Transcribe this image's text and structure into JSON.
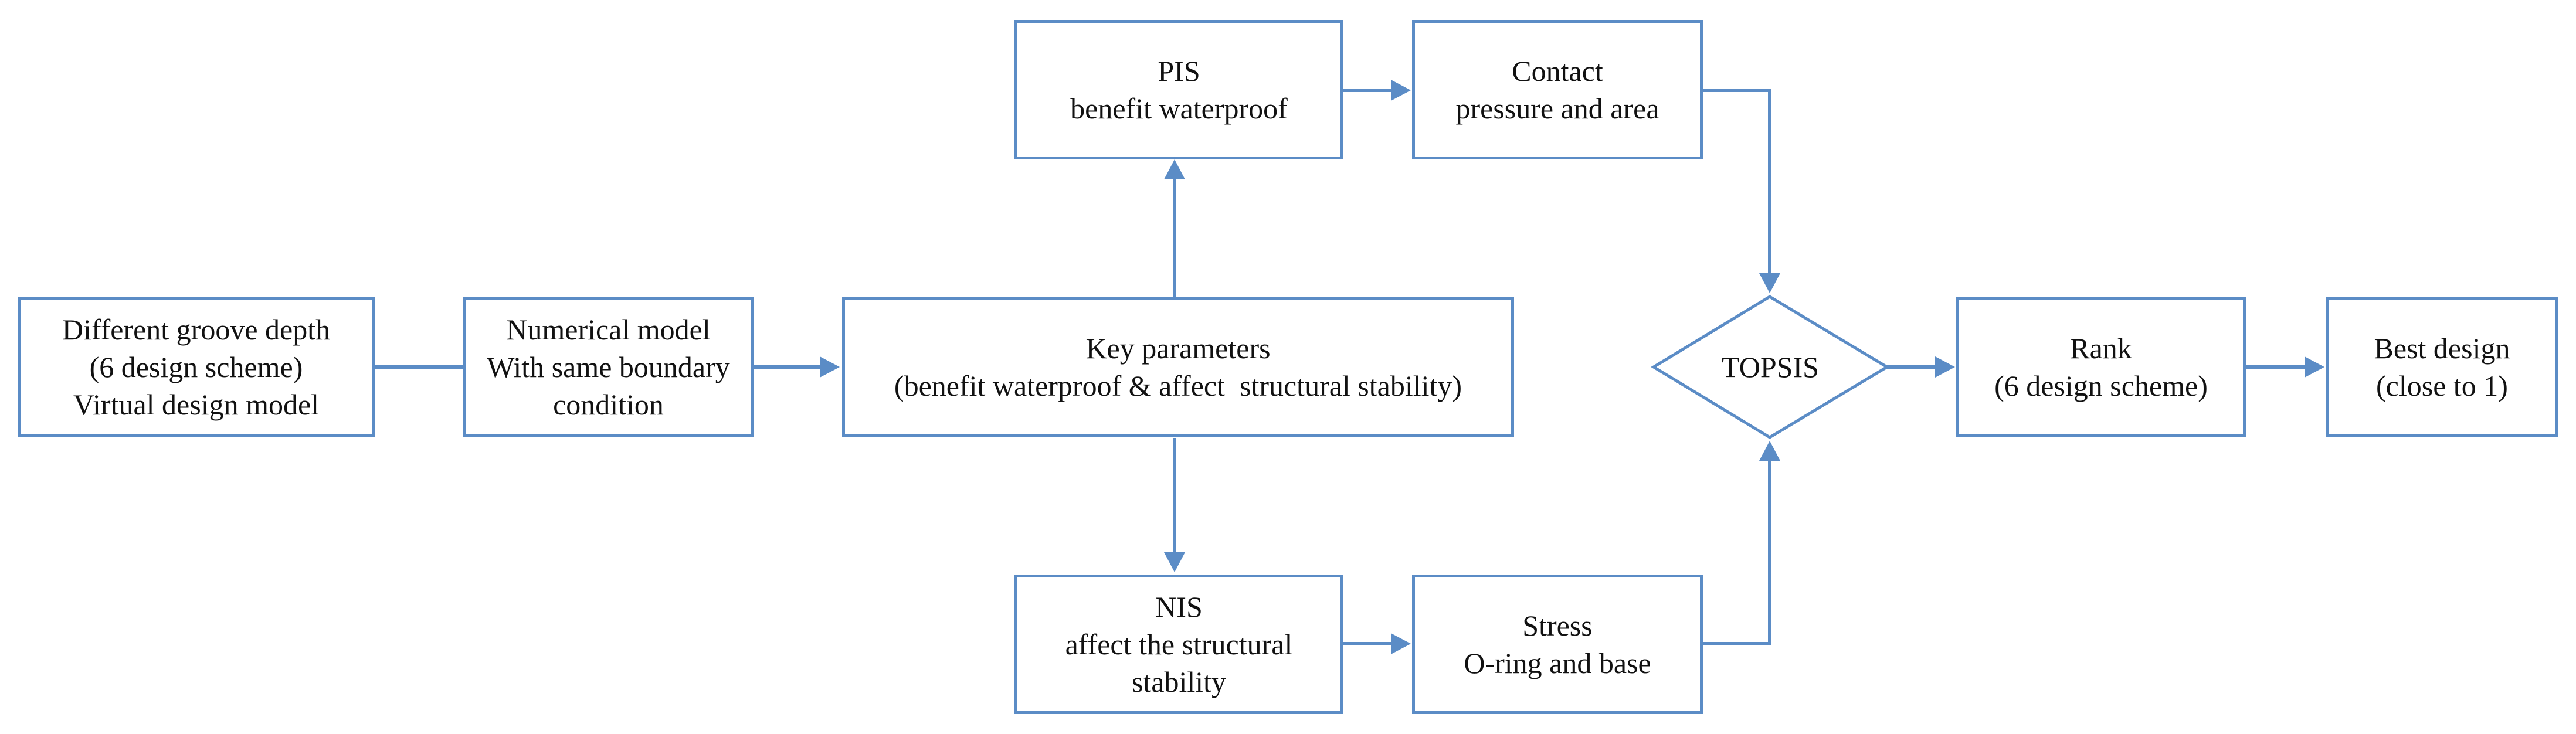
{
  "nodes": {
    "groove": {
      "lines": [
        "Different groove depth",
        "(6 design scheme)",
        "Virtual design model"
      ]
    },
    "numerical": {
      "lines": [
        "Numerical model",
        "With same boundary",
        "condition"
      ]
    },
    "key_params": {
      "lines": [
        "Key parameters",
        "(benefit waterproof & affect  structural stability)"
      ]
    },
    "pis": {
      "lines": [
        "PIS",
        "benefit waterproof"
      ]
    },
    "contact": {
      "lines": [
        "Contact",
        "pressure and area"
      ]
    },
    "nis": {
      "lines": [
        "NIS",
        "affect the structural",
        "stability"
      ]
    },
    "stress": {
      "lines": [
        "Stress",
        "O-ring and base"
      ]
    },
    "topsis": {
      "label": "TOPSIS"
    },
    "rank": {
      "lines": [
        "Rank",
        "(6 design scheme)"
      ]
    },
    "best": {
      "lines": [
        "Best design",
        "(close to 1)"
      ]
    }
  },
  "colors": {
    "stroke": "#5b8cc6",
    "text": "#111111",
    "background": "#ffffff"
  }
}
